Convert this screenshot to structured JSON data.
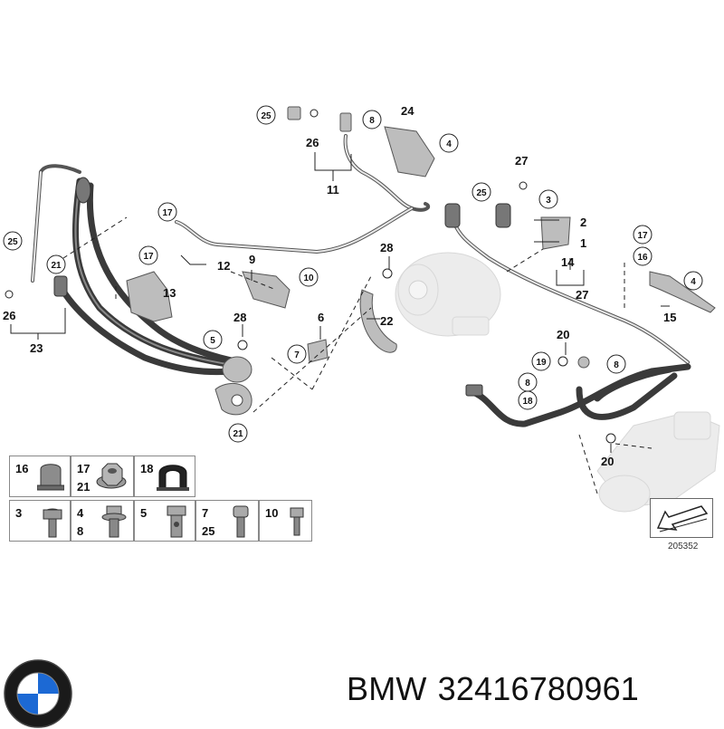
{
  "diagram": {
    "callouts": {
      "c1": "1",
      "c2": "2",
      "c3": "3",
      "c4a": "4",
      "c4b": "4",
      "c5": "5",
      "c6": "6",
      "c7": "7",
      "c8a": "8",
      "c8b": "8",
      "c8c": "8",
      "c9": "9",
      "c10": "10",
      "c11": "11",
      "c12": "12",
      "c13": "13",
      "c14": "14",
      "c15": "15",
      "c17a": "17",
      "c17b": "17",
      "c17c": "17",
      "c16": "16",
      "c18": "18",
      "c19": "19",
      "c20a": "20",
      "c20b": "20",
      "c21a": "21",
      "c21b": "21",
      "c22": "22",
      "c23": "23",
      "c24": "24",
      "c25a": "25",
      "c25b": "25",
      "c25c": "25",
      "c26a": "26",
      "c26b": "26",
      "c27a": "27",
      "c27b": "27",
      "c28a": "28",
      "c28b": "28"
    }
  },
  "legend": {
    "row1": [
      {
        "labels": [
          "16"
        ],
        "icon": "clamp-icon"
      },
      {
        "labels": [
          "17",
          "21"
        ],
        "icon": "hex-nut-icon"
      },
      {
        "labels": [
          "18"
        ],
        "icon": "rubber-grommet-icon"
      }
    ],
    "row2": [
      {
        "labels": [
          "3"
        ],
        "icon": "hex-bolt-icon"
      },
      {
        "labels": [
          "4",
          "8"
        ],
        "icon": "flange-bolt-icon"
      },
      {
        "labels": [
          "5"
        ],
        "icon": "banjo-bolt-icon"
      },
      {
        "labels": [
          "7",
          "25"
        ],
        "icon": "socket-bolt-icon"
      },
      {
        "labels": [
          "10"
        ],
        "icon": "small-bolt-icon"
      }
    ]
  },
  "reference_number": "205352",
  "caption": {
    "brand": "BMW",
    "part_number": "32416780961"
  },
  "colors": {
    "line": "#222222",
    "hose": "#3a3a3a",
    "ghost_part": "#ececec",
    "logo_blue": "#1c69d4"
  }
}
